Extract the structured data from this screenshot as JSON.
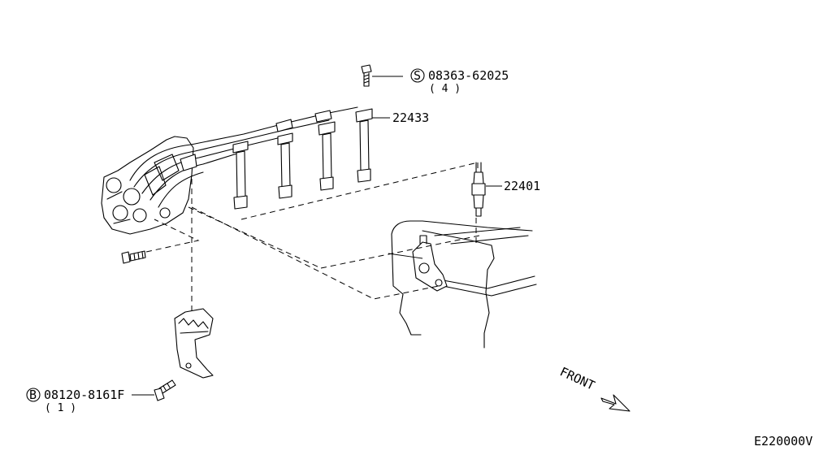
{
  "parts": {
    "bolt_s": {
      "prefix": "S",
      "number": "08363-62025",
      "qty": "( 4 )"
    },
    "wire_set": {
      "number": "22433"
    },
    "spark_plug": {
      "number": "22401"
    },
    "bolt_b": {
      "prefix": "B",
      "number": "08120-8161F",
      "qty": "( 1 )"
    }
  },
  "direction": {
    "label": "FRONT"
  },
  "diagram_code": "E220000V"
}
